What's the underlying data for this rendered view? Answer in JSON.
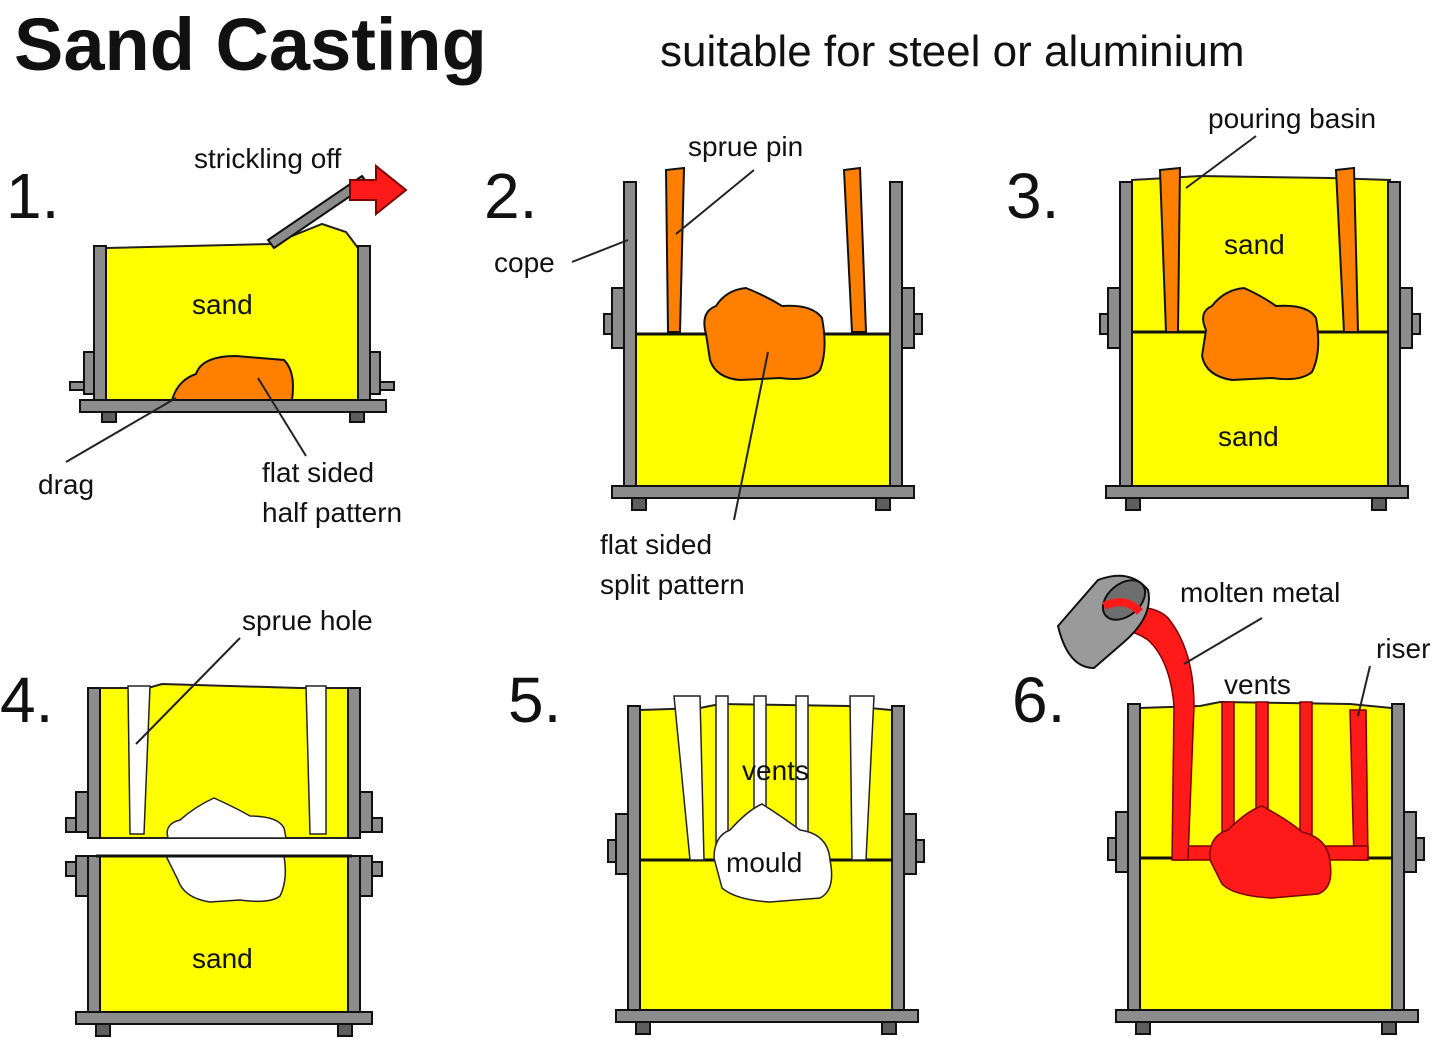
{
  "title": "Sand Casting",
  "subtitle": "suitable for steel or aluminium",
  "steps": [
    {
      "number": "1.",
      "labels": {
        "strickling": "strickling off",
        "sand": "sand",
        "drag": "drag",
        "pattern_line1": "flat sided",
        "pattern_line2": "half pattern"
      }
    },
    {
      "number": "2.",
      "labels": {
        "sprue_pin": "sprue pin",
        "cope": "cope",
        "pattern_line1": "flat sided",
        "pattern_line2": "split pattern"
      }
    },
    {
      "number": "3.",
      "labels": {
        "pouring_basin": "pouring basin",
        "sand_top": "sand",
        "sand_bottom": "sand"
      }
    },
    {
      "number": "4.",
      "labels": {
        "sprue_hole": "sprue hole",
        "sand": "sand"
      }
    },
    {
      "number": "5.",
      "labels": {
        "vents": "vents",
        "mould": "mould"
      }
    },
    {
      "number": "6.",
      "labels": {
        "molten_metal": "molten metal",
        "vents": "vents",
        "riser": "riser"
      }
    }
  ],
  "colors": {
    "sand": "#ffff00",
    "pattern": "#ff8000",
    "metal": "#ff1a1a",
    "frame": "#8c8c8c",
    "arrow": "#ff1a1a",
    "ladle": "#9a9a9a"
  }
}
